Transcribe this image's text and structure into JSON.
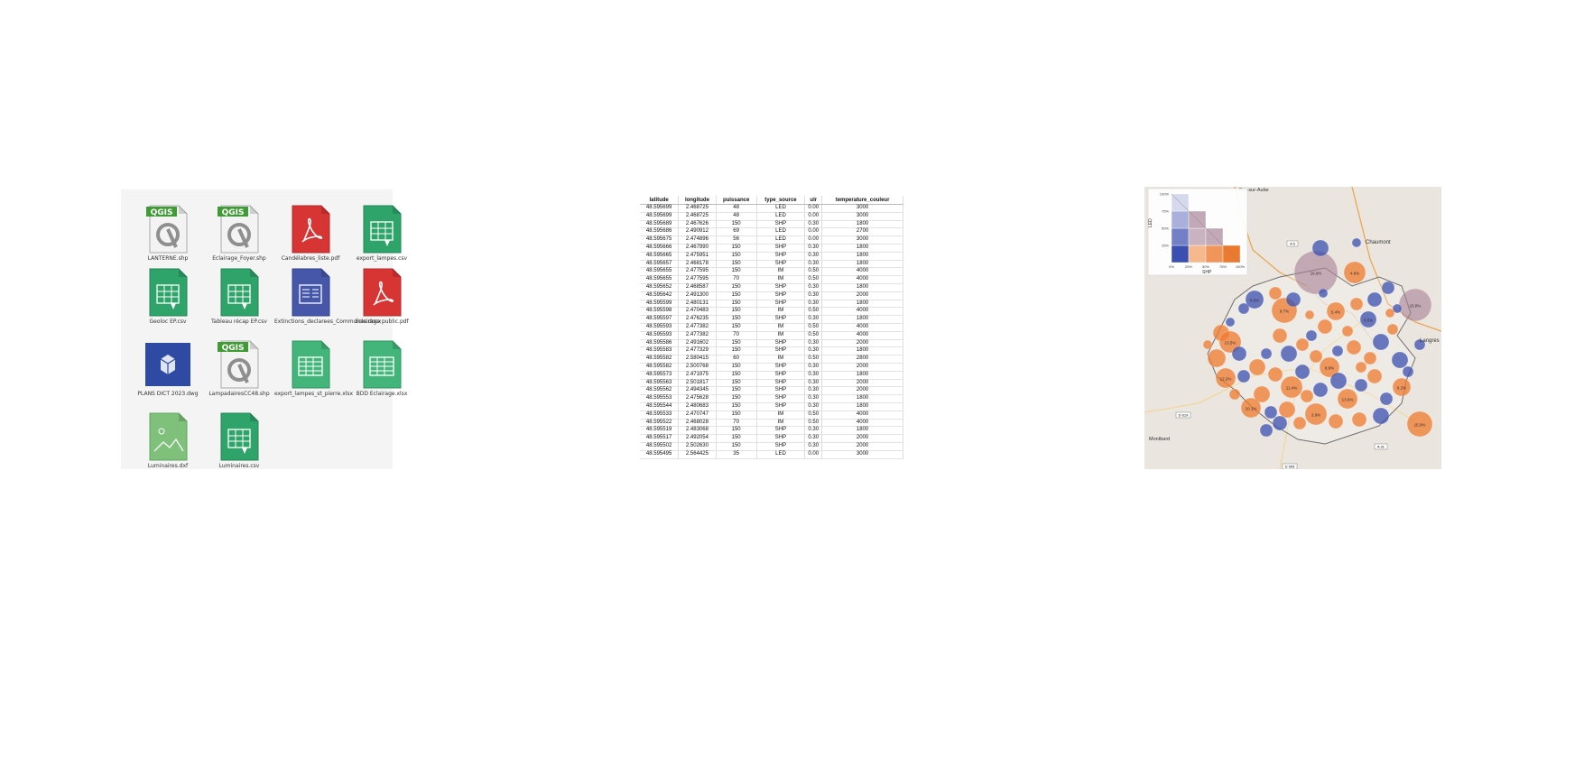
{
  "files": [
    {
      "label": "LANTERNE.shp",
      "type": "qgis",
      "badge": "QGIS"
    },
    {
      "label": "Eclairage_Foyer.shp",
      "type": "qgis",
      "badge": "QGIS"
    },
    {
      "label": "Candélabres_liste.pdf",
      "type": "pdf"
    },
    {
      "label": "export_lampes.csv",
      "type": "csv"
    },
    {
      "label": "Geoloc EP.csv",
      "type": "csv"
    },
    {
      "label": "Tableau récap EP.csv",
      "type": "csv"
    },
    {
      "label": "Extinctions_declarees_Communes.docx",
      "type": "docx"
    },
    {
      "label": "Eclairage public.pdf",
      "type": "pdf"
    },
    {
      "label": "PLANS DICT 2023.dwg",
      "type": "dwg"
    },
    {
      "label": "LampadairesCC48.shp",
      "type": "qgis",
      "badge": "QGIS"
    },
    {
      "label": "export_lampes_st_pierre.xlsx",
      "type": "xlsx"
    },
    {
      "label": "BDD Eclairage.xlsx",
      "type": "xlsx"
    },
    {
      "label": "Luminaires.dxf",
      "type": "dxf"
    },
    {
      "label": "Luminaires.csv",
      "type": "csv"
    }
  ],
  "table": {
    "columns": [
      "latitude",
      "longitude",
      "puissance",
      "type_source",
      "ulr",
      "temperature_couleur"
    ],
    "rows": [
      [
        "48.595699",
        "2.468725",
        "48",
        "LED",
        "0.00",
        "3000"
      ],
      [
        "48.595699",
        "2.468725",
        "48",
        "LED",
        "0.00",
        "3000"
      ],
      [
        "48.595689",
        "2.467626",
        "150",
        "SHP",
        "0.30",
        "1800"
      ],
      [
        "48.595686",
        "2.490912",
        "69",
        "LED",
        "0.00",
        "2700"
      ],
      [
        "48.595675",
        "2.474896",
        "56",
        "LED",
        "0.00",
        "3000"
      ],
      [
        "48.595666",
        "2.467990",
        "150",
        "SHP",
        "0.30",
        "1800"
      ],
      [
        "48.595665",
        "2.475951",
        "150",
        "SHP",
        "0.30",
        "1800"
      ],
      [
        "48.595657",
        "2.468178",
        "150",
        "SHP",
        "0.30",
        "1800"
      ],
      [
        "48.595655",
        "2.477595",
        "150",
        "IM",
        "0.50",
        "4000"
      ],
      [
        "48.595655",
        "2.477595",
        "70",
        "IM",
        "0.50",
        "4000"
      ],
      [
        "48.595652",
        "2.468587",
        "150",
        "SHP",
        "0.30",
        "1800"
      ],
      [
        "48.595642",
        "2.491300",
        "150",
        "SHP",
        "0.30",
        "2000"
      ],
      [
        "48.595599",
        "2.480131",
        "150",
        "SHP",
        "0.30",
        "1800"
      ],
      [
        "48.595598",
        "2.470483",
        "150",
        "IM",
        "0.50",
        "4000"
      ],
      [
        "48.595597",
        "2.476235",
        "150",
        "SHP",
        "0.30",
        "1800"
      ],
      [
        "48.595593",
        "2.477382",
        "150",
        "IM",
        "0.50",
        "4000"
      ],
      [
        "48.595593",
        "2.477382",
        "70",
        "IM",
        "0.50",
        "4000"
      ],
      [
        "48.595586",
        "2.491602",
        "150",
        "SHP",
        "0.30",
        "2000"
      ],
      [
        "48.595583",
        "2.477329",
        "150",
        "SHP",
        "0.30",
        "1800"
      ],
      [
        "48.595582",
        "2.580415",
        "60",
        "IM",
        "0.50",
        "2800"
      ],
      [
        "48.595582",
        "2.500768",
        "150",
        "SHP",
        "0.30",
        "2000"
      ],
      [
        "48.595573",
        "2.471975",
        "150",
        "SHP",
        "0.30",
        "1800"
      ],
      [
        "48.595563",
        "2.501817",
        "150",
        "SHP",
        "0.30",
        "2000"
      ],
      [
        "48.595562",
        "2.494345",
        "150",
        "SHP",
        "0.30",
        "2000"
      ],
      [
        "48.595553",
        "2.475628",
        "150",
        "SHP",
        "0.30",
        "1800"
      ],
      [
        "48.595544",
        "2.480683",
        "150",
        "SHP",
        "0.30",
        "1800"
      ],
      [
        "48.595533",
        "2.470747",
        "150",
        "IM",
        "0.50",
        "4000"
      ],
      [
        "48.595522",
        "2.468028",
        "70",
        "IM",
        "0.50",
        "4000"
      ],
      [
        "48.595519",
        "2.483068",
        "150",
        "SHP",
        "0.30",
        "1800"
      ],
      [
        "48.595517",
        "2.492054",
        "150",
        "SHP",
        "0.30",
        "2000"
      ],
      [
        "48.595502",
        "2.502630",
        "150",
        "SHP",
        "0.30",
        "2000"
      ],
      [
        "48.595495",
        "2.564425",
        "35",
        "LED",
        "0.00",
        "3000"
      ]
    ]
  },
  "map": {
    "places": [
      "Bar-sur-Aube",
      "Chaumont",
      "Langres",
      "Montbard"
    ],
    "roads": [
      "A 5",
      "A 31",
      "D 619",
      "D 905"
    ],
    "legend": {
      "y_axis": "LED",
      "x_axis": "SHP",
      "ticks": [
        "0%",
        "25%",
        "50%",
        "75%",
        "100%"
      ]
    },
    "labels": [
      "16.9%",
      "15.8%",
      "13.5%",
      "12.2%",
      "11.4%",
      "15.0%",
      "13.6%",
      "10.1%",
      "9.7%",
      "8.8%",
      "6.2%",
      "5.4%",
      "4.6%",
      "3.9%",
      "0.9%",
      "0.5%"
    ],
    "colors": {
      "led": "#3b4fb0",
      "shp": "#ef7a2e",
      "mixed": "#a77f94",
      "bg": "#eae6df"
    }
  }
}
